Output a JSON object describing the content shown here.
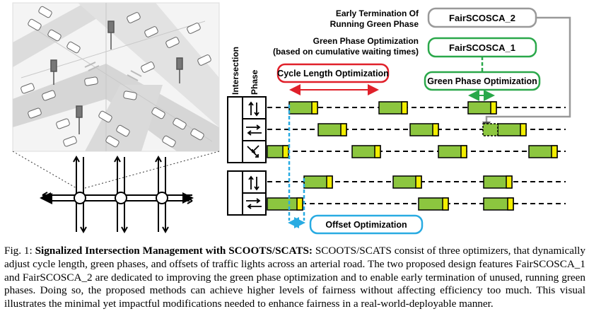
{
  "diagram": {
    "labels": {
      "early_termination_line1": "Early Termination Of",
      "early_termination_line2": "Running Green Phase",
      "fairscosca2": "FairSCOSCA_2",
      "green_opt_line1": "Green Phase Optimization",
      "green_opt_line2": "(based on cumulative waiting times)",
      "fairscosca1": "FairSCOSCA_1",
      "intersection": "Intersection",
      "phase": "Phase",
      "cycle_length_optimization": "Cycle Length Optimization",
      "green_phase_optimization": "Green Phase Optimization",
      "offset_optimization": "Offset Optimization"
    },
    "colors": {
      "green_phase": "#8cc63f",
      "yellow_phase": "#f2ee00",
      "red_accent": "#e0202a",
      "green_accent": "#2aa84a",
      "blue_accent": "#29abe2",
      "grey_box": "#999999"
    }
  },
  "caption": {
    "prefix": "Fig. 1: ",
    "title": "Signalized Intersection Management with SCOOTS/SCATS:",
    "body": " SCOOTS/SCATS consist of three optimizers, that dynamically adjust cycle length, green phases, and offsets of traffic lights across an arterial road. The two proposed design features FairSCOSCA_1 and FairSCOSCA_2 are dedicated to improving the green phase optimization and to enable early termination of unused, running green phases. Doing so, the proposed methods can achieve higher levels of fairness without affecting efficiency too much. This visual illustrates the minimal yet impactful modifications needed to enhance fairness in a real-world-deployable manner."
  }
}
